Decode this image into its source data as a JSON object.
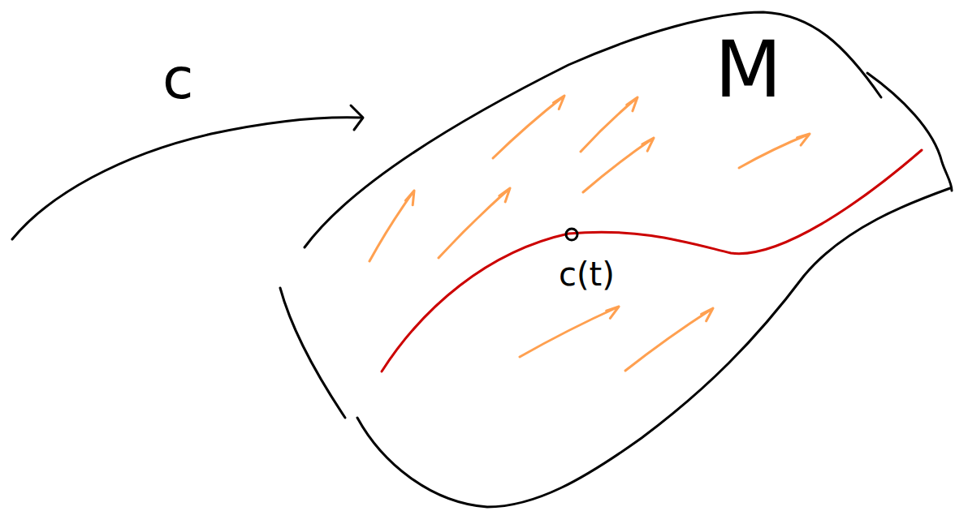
{
  "diagram": {
    "labels": [
      "c",
      "M",
      "c(t)"
    ]
  }
}
